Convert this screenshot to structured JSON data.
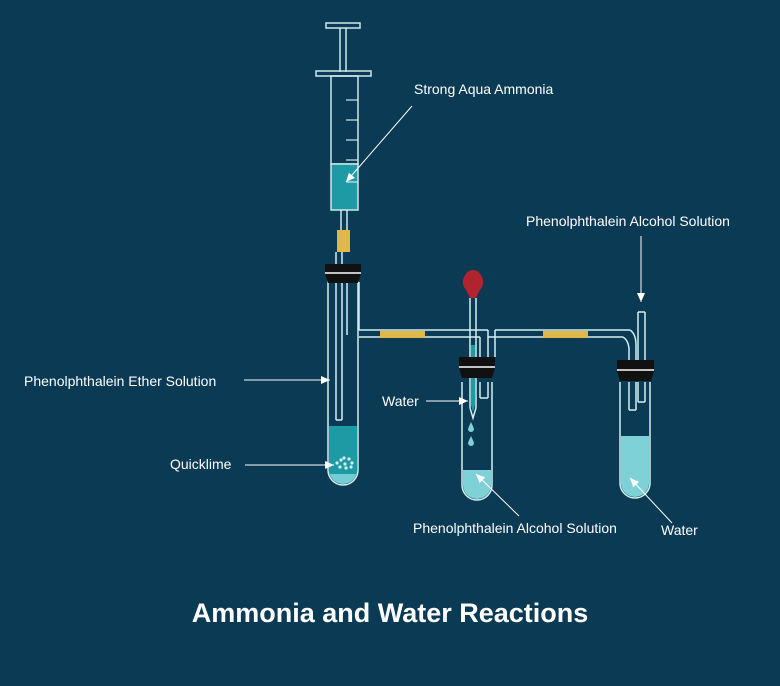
{
  "title": "Ammonia and Water Reactions",
  "labels": {
    "strong_aqua_ammonia": "Strong Aqua Ammonia",
    "phenol_alcohol_top": "Phenolphthalein Alcohol Solution",
    "phenol_ether": "Phenolphthalein Ether Solution",
    "water_dropper": "Water",
    "quicklime": "Quicklime",
    "phenol_alcohol_bottom": "Phenolphthalein Alcohol Solution",
    "water_tube": "Water"
  },
  "colors": {
    "background": "#0a3a54",
    "glass": "#d6eef2",
    "liquid": "#1d9aa4",
    "liquid_light": "#7fd1d8",
    "stopper": "#111111",
    "connector": "#e0b84a",
    "bulb": "#b0242d"
  }
}
